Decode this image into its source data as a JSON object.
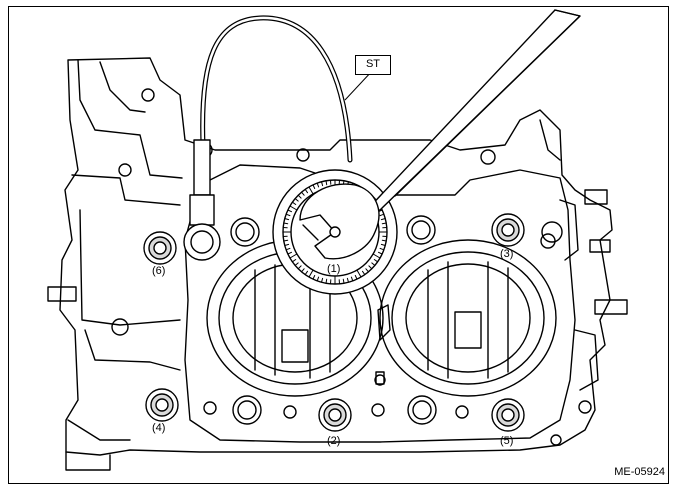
{
  "tool_label": "ST",
  "figure_code": "ME-05924",
  "bolt_labels": [
    "(1)",
    "(2)",
    "(3)",
    "(4)",
    "(5)",
    "(6)"
  ],
  "colors": {
    "line": "#000000",
    "fill": "#ffffff",
    "shade": "#d9d9d9"
  }
}
